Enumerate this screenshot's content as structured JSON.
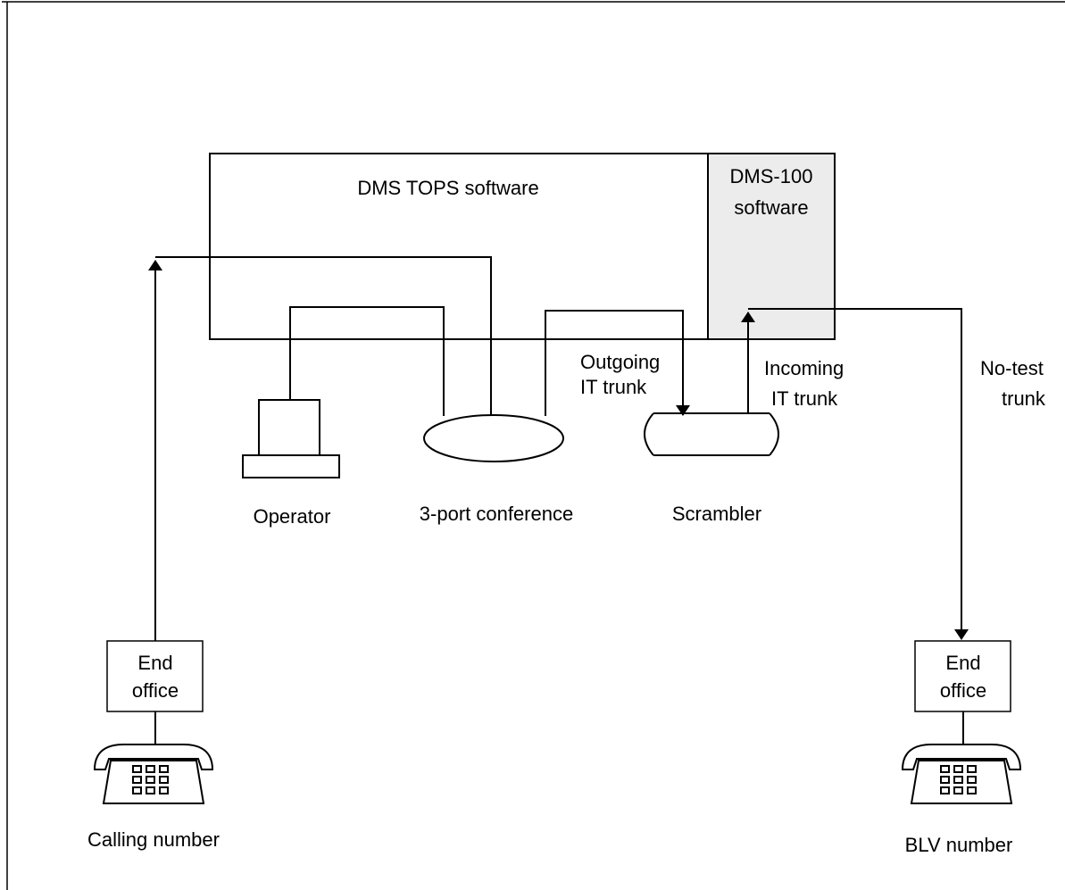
{
  "labels": {
    "dms_tops": "DMS TOPS software",
    "dms100_line1": "DMS-100",
    "dms100_line2": "software",
    "outgoing_line1": "Outgoing",
    "outgoing_line2": "IT trunk",
    "incoming_line1": "Incoming",
    "incoming_line2": "IT trunk",
    "notest_line1": "No-test",
    "notest_line2": "trunk",
    "operator": "Operator",
    "conference": "3-port conference",
    "scrambler": "Scrambler",
    "end_office_left_line1": "End",
    "end_office_left_line2": "office",
    "end_office_right_line1": "End",
    "end_office_right_line2": "office",
    "calling_number": "Calling number",
    "blv_number": "BLV number"
  },
  "colors": {
    "line": "#000000",
    "background": "#ffffff",
    "dms100_fill": "#ececec"
  },
  "icons": [
    "operator-terminal-icon",
    "conference-bridge-icon",
    "scrambler-icon",
    "telephone-icon"
  ]
}
